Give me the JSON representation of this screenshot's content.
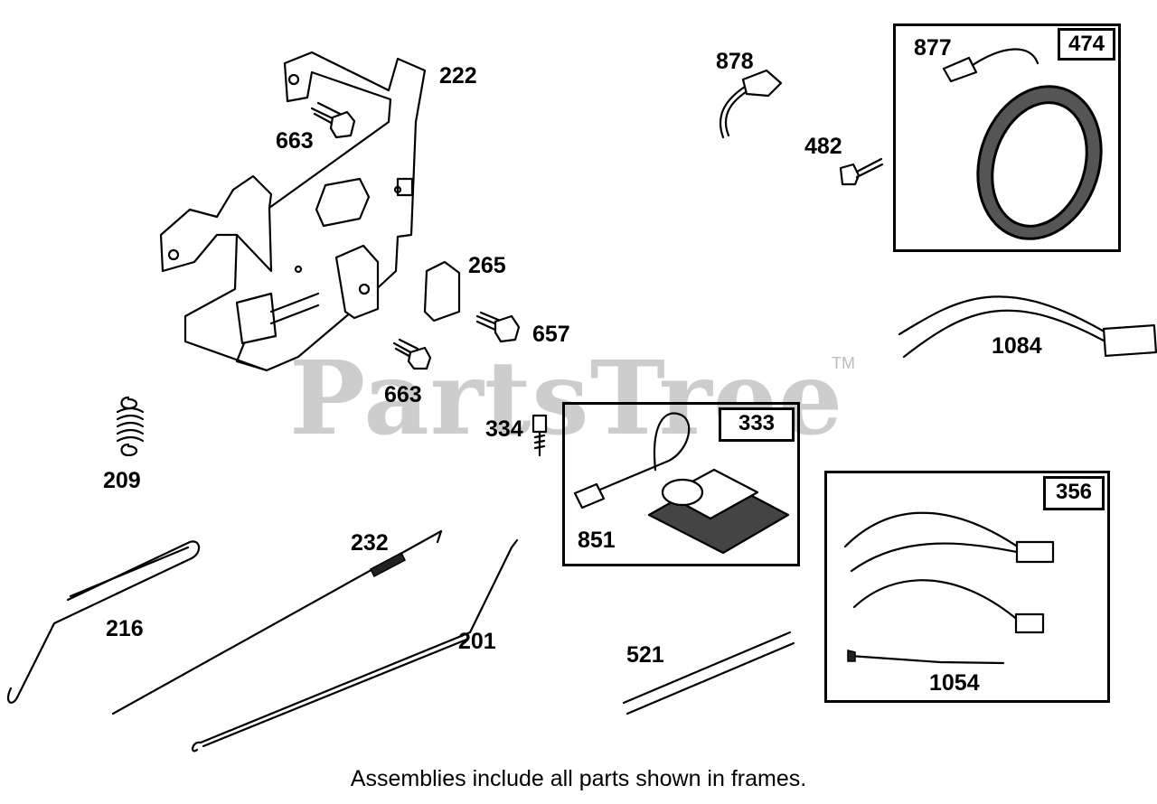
{
  "diagram": {
    "watermark": "PartsTree",
    "watermark_mark": "TM",
    "caption": "Assemblies include all parts shown in frames.",
    "frames": [
      {
        "id": "474"
      },
      {
        "id": "333"
      },
      {
        "id": "356"
      }
    ],
    "part_labels": [
      "222",
      "663",
      "265",
      "657",
      "663",
      "209",
      "334",
      "216",
      "232",
      "201",
      "878",
      "482",
      "877",
      "1084",
      "851",
      "521",
      "1054"
    ]
  }
}
